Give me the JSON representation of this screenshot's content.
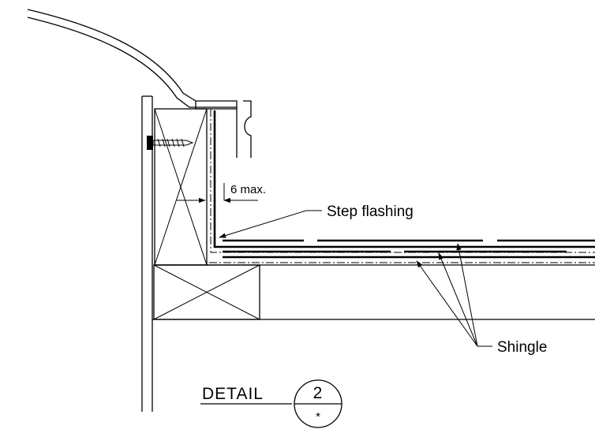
{
  "labels": {
    "dimension": "6 max.",
    "step_flashing": "Step flashing",
    "shingle": "Shingle"
  },
  "detail_marker": {
    "title": "DETAIL",
    "number": "2",
    "sheet": "*"
  }
}
